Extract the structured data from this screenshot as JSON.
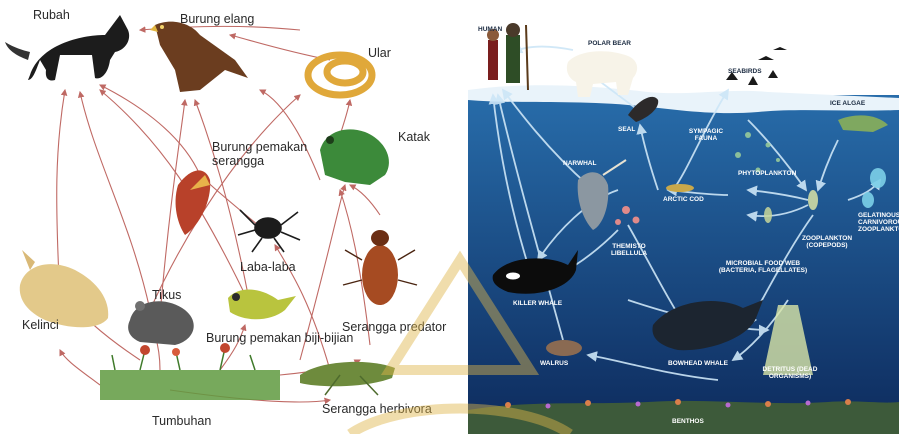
{
  "left_web": {
    "labels": {
      "rubah": "Rubah",
      "burung_elang": "Burung elang",
      "ular": "Ular",
      "katak": "Katak",
      "burung_pemakan_serangga": "Burung pemakan serangga",
      "laba_laba": "Laba-laba",
      "serangga_predator": "Serangga predator",
      "tikus": "Tikus",
      "kelinci": "Kelinci",
      "burung_pemakan_biji": "Burung pemakan biji-bijian",
      "tumbuhan": "Tumbuhan",
      "serangga_herbivora": "Serangga herbivora"
    }
  },
  "right_web": {
    "labels": {
      "human": "HUMAN",
      "polar_bear": "POLAR BEAR",
      "seabirds": "SEABIRDS",
      "ice_algae": "ICE ALGAE",
      "seal": "SEAL",
      "sympagic_fauna": "SYMPAGIC FAUNA",
      "narwhal": "NARWHAL",
      "phytoplankton": "PHYTOPLANKTON",
      "arctic_cod": "ARCTIC COD",
      "gelatinous": "GELATINOUS CARNIVOROUS ZOOPLANKTON",
      "zooplankton": "ZOOPLANKTON (COPEPODS)",
      "themisto": "THEMISTO LIBELLULA",
      "microbial": "MICROBIAL FOOD WEB (BACTERIA, FLAGELLATES)",
      "killer_whale": "KILLER WHALE",
      "walrus": "WALRUS",
      "bowhead_whale": "BOWHEAD WHALE",
      "detritus": "DETRITUS (DEAD ORGANISMS)",
      "benthos": "BENTHOS"
    }
  },
  "colors": {
    "arrow_left": "#b5504a",
    "ocean_top": "#2f7fc0",
    "ocean_bottom": "#0d2a5c",
    "ice": "#e9f3fa",
    "watermark": "#e0b64a"
  }
}
